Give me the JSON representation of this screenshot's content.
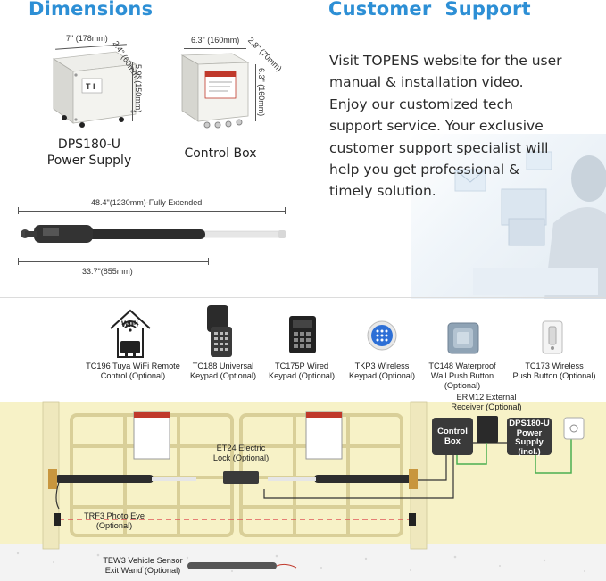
{
  "dimensions": {
    "heading": "Dimensions",
    "power_supply": {
      "width": "7\" (178mm)",
      "depth": "2.4\" (60mm)",
      "height": "5.9\" (150mm)",
      "caption_line1": "DPS180-U",
      "caption_line2": "Power Supply"
    },
    "control_box": {
      "width": "6.3\" (160mm)",
      "depth": "2.8\" (70mm)",
      "height": "6.3\" (160mm)",
      "caption": "Control Box"
    },
    "actuator": {
      "extended": "48.4\"(1230mm)-Fully Extended",
      "retracted": "33.7\"(855mm)"
    }
  },
  "support": {
    "heading": "Customer  Support",
    "lines": [
      "Visit TOPENS website for the user",
      "manual & installation video.",
      "Enjoy our customized tech",
      "support service. Your exclusive",
      "customer support specialist will",
      "help you get professional &",
      "timely solution."
    ]
  },
  "accessories": [
    {
      "line1": "TC196 Tuya WiFi Remote",
      "line2": "Control (Optional)",
      "icon": "wifi-plug-icon"
    },
    {
      "line1": "TC188 Universal",
      "line2": "Keypad (Optional)",
      "icon": "remote-keypad-icon"
    },
    {
      "line1": "TC175P Wired",
      "line2": "Keypad (Optional)",
      "icon": "wired-keypad-icon"
    },
    {
      "line1": "TKP3 Wireless",
      "line2": "Keypad (Optional)",
      "icon": "wireless-keypad-icon"
    },
    {
      "line1": "TC148 Waterproof",
      "line2": "Wall Push Button",
      "line3": "(Optional)",
      "icon": "wall-button-icon"
    },
    {
      "line1": "TC173 Wireless",
      "line2": "Push Button (Optional)",
      "icon": "push-button-icon"
    }
  ],
  "wifi_icon_text": "WiFi",
  "diagram": {
    "receiver_line1": "ERM12 External",
    "receiver_line2": "Receiver (Optional)",
    "control_box_line1": "Control",
    "control_box_line2": "Box",
    "power_line1": "DPS180-U",
    "power_line2": "Power",
    "power_line3": "Supply",
    "power_line4": "(incl.)",
    "lock_line1": "ET24 Electric",
    "lock_line2": "Lock (Optional)",
    "photo_eye_line1": "TRF3 Photo Eye",
    "photo_eye_line2": "(Optional)",
    "sensor_line1": "TEW3 Vehicle Sensor",
    "sensor_line2": "Exit Wand (Optional)"
  },
  "colors": {
    "heading_blue": "#2d8fd5",
    "ground_yellow": "#f7f2c7",
    "gate_tan": "#e9dfa8",
    "box_dark": "#3a3a3a",
    "wire_green": "#4caf50"
  }
}
